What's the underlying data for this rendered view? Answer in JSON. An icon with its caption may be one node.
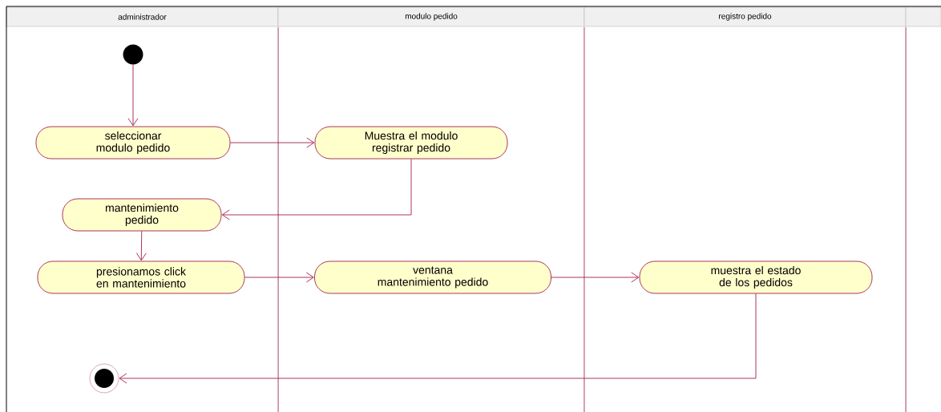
{
  "diagram": {
    "nodes": [
      {
        "text": [],
        "shape": "circle"
      },
      {
        "text": [
          "seleccionar modulo pedido"
        ]
      },
      {
        "text": [
          "Muestra el modulo registrar pedido"
        ]
      },
      {
        "text": [
          "mantenimiento pedido"
        ]
      },
      {
        "text": [
          "presionamos click en mantenimiento"
        ]
      },
      {
        "text": [
          "ventana mantenimiento pedido"
        ]
      },
      {
        "text": [
          "muestra el estado de los pedidos"
        ]
      },
      {
        "text": [],
        "shape": "circle"
      }
    ],
    "edges": [
      {
        "from": 0,
        "to": 1,
        "arrow": "to"
      },
      {
        "from": 1,
        "to": 2,
        "arrow": "to"
      },
      {
        "from": 2,
        "to": 3,
        "arrow": "to"
      },
      {
        "from": 3,
        "to": 4,
        "arrow": "to"
      },
      {
        "from": 4,
        "to": 5,
        "arrow": "to"
      },
      {
        "from": 5,
        "to": 6,
        "arrow": "to"
      },
      {
        "from": 6,
        "to": 7,
        "arrow": "to"
      }
    ],
    "labels": [
      "administrador",
      "modulo pedido",
      "registro pedido"
    ]
  }
}
